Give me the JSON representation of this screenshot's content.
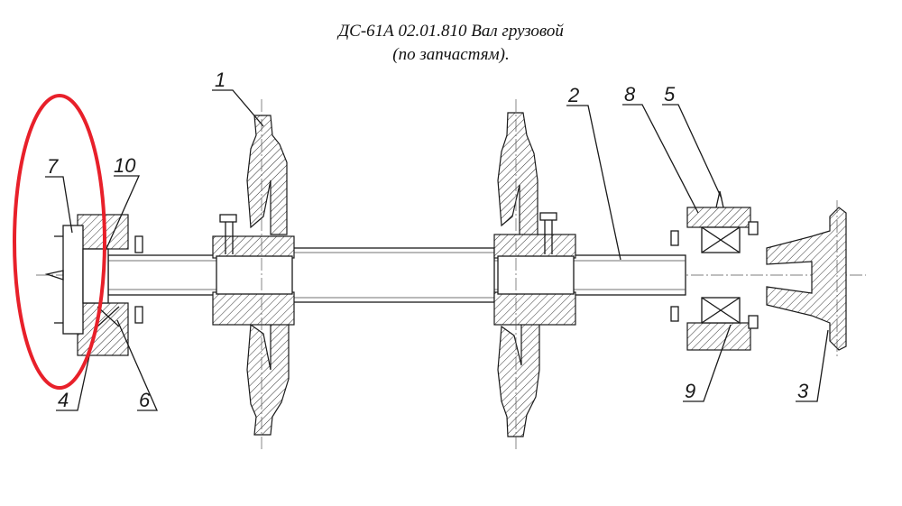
{
  "title": {
    "line1": "ДС-61А 02.01.810 Вал грузовой",
    "line2": "(по запчастям)."
  },
  "callouts": [
    {
      "id": "1",
      "label": "1"
    },
    {
      "id": "2",
      "label": "2"
    },
    {
      "id": "3",
      "label": "3"
    },
    {
      "id": "4",
      "label": "4"
    },
    {
      "id": "5",
      "label": "5"
    },
    {
      "id": "6",
      "label": "6"
    },
    {
      "id": "7",
      "label": "7"
    },
    {
      "id": "8",
      "label": "8"
    },
    {
      "id": "9",
      "label": "9"
    },
    {
      "id": "10",
      "label": "10"
    }
  ],
  "colors": {
    "highlight": "#e8202a",
    "ink": "#1a1a1a",
    "background": "#ffffff"
  },
  "highlight": {
    "shape": "ellipse",
    "around": "left-end-assembly"
  }
}
